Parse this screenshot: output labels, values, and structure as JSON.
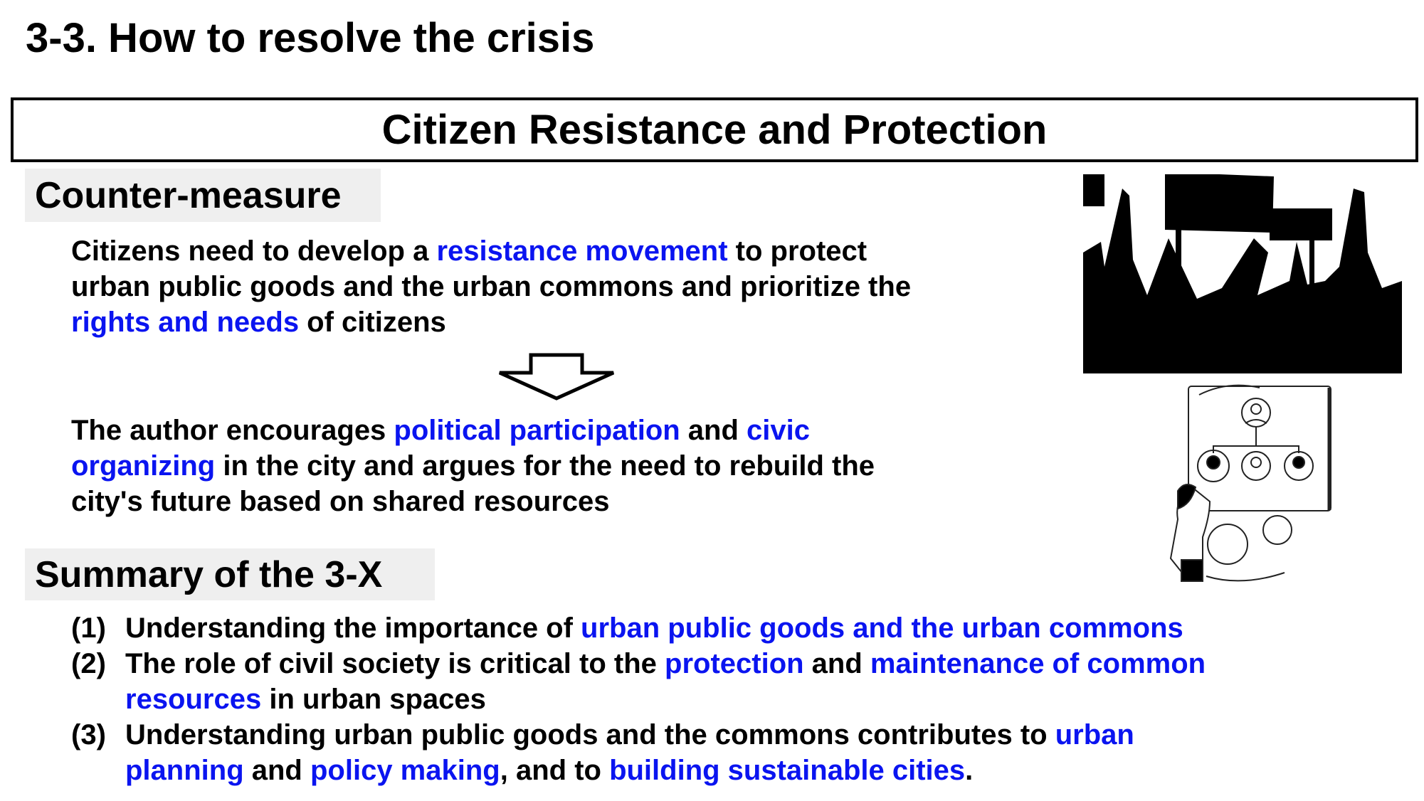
{
  "title": "3-3. How to resolve the crisis",
  "banner": "Citizen Resistance and Protection",
  "counter_measure": {
    "label": "Counter-measure",
    "paragraph1": [
      [
        {
          "t": "Citizens need to develop a "
        },
        {
          "t": "resistance movement",
          "hl": true
        },
        {
          "t": " to protect"
        }
      ],
      [
        {
          "t": "urban public goods and the urban commons and prioritize the"
        }
      ],
      [
        {
          "t": "rights and needs",
          "hl": true
        },
        {
          "t": " of citizens"
        }
      ]
    ],
    "paragraph2": [
      [
        {
          "t": "The author encourages "
        },
        {
          "t": "political participation",
          "hl": true
        },
        {
          "t": " and "
        },
        {
          "t": "civic",
          "hl": true
        }
      ],
      [
        {
          "t": "organizing",
          "hl": true
        },
        {
          "t": " in the city and argues for the need to rebuild the"
        }
      ],
      [
        {
          "t": "city's future based on shared resources"
        }
      ]
    ]
  },
  "summary": {
    "label": "Summary of the 3-X",
    "items": [
      {
        "num": "(1)",
        "lines": [
          [
            {
              "t": "Understanding the importance of "
            },
            {
              "t": "urban public goods and the urban commons",
              "hl": true
            }
          ]
        ]
      },
      {
        "num": "(2)",
        "lines": [
          [
            {
              "t": "The role of civil society is critical to the "
            },
            {
              "t": "protection",
              "hl": true
            },
            {
              "t": " and "
            },
            {
              "t": "maintenance of common",
              "hl": true
            }
          ],
          [
            {
              "t": "resources",
              "hl": true
            },
            {
              "t": " in urban spaces"
            }
          ]
        ]
      },
      {
        "num": "(3)",
        "lines": [
          [
            {
              "t": "Understanding urban public goods and the commons contributes to "
            },
            {
              "t": "urban",
              "hl": true
            }
          ],
          [
            {
              "t": "planning",
              "hl": true
            },
            {
              "t": " and "
            },
            {
              "t": "policy making",
              "hl": true
            },
            {
              "t": ", and to "
            },
            {
              "t": "building sustainable cities",
              "hl": true
            },
            {
              "t": "."
            }
          ]
        ]
      }
    ]
  },
  "colors": {
    "highlight": "#0a14f0",
    "label_bg": "#efefef"
  }
}
